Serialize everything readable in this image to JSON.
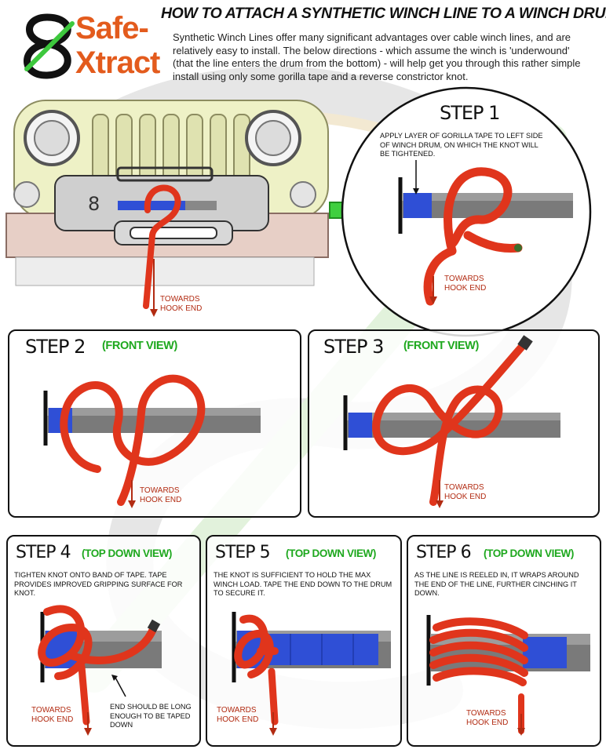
{
  "brand": {
    "line1": "Safe-",
    "line2": "Xtract"
  },
  "title": "HOW TO ATTACH A SYNTHETIC WINCH LINE TO A WINCH DRUM",
  "intro": "Synthetic Winch Lines offer many significant advantages over cable winch lines, and are relatively easy to install. The below directions - which assume the winch is 'underwound' (that the line enters the drum from the bottom) - will help get you through this rather simple install using only some gorilla tape and a reverse constrictor knot.",
  "towards": "TOWARDS HOOK END",
  "steps": [
    {
      "label": "STEP 1",
      "view": "",
      "note": "APPLY LAYER OF GORILLA TAPE TO LEFT SIDE OF WINCH DRUM, ON WHICH THE KNOT WILL BE TIGHTENED."
    },
    {
      "label": "STEP 2",
      "view": "(FRONT VIEW)",
      "note": ""
    },
    {
      "label": "STEP 3",
      "view": "(FRONT VIEW)",
      "note": ""
    },
    {
      "label": "STEP 4",
      "view": "(TOP DOWN VIEW)",
      "note": "TIGHTEN KNOT ONTO BAND OF TAPE. TAPE PROVIDES IMPROVED GRIPPING SURFACE FOR KNOT.",
      "callout": "END SHOULD BE LONG ENOUGH TO BE TAPED DOWN"
    },
    {
      "label": "STEP 5",
      "view": "(TOP DOWN VIEW)",
      "note": "THE KNOT IS SUFFICIENT TO HOLD THE MAX WINCH LOAD. TAPE THE END DOWN TO THE DRUM TO SECURE IT."
    },
    {
      "label": "STEP 6",
      "view": "(TOP DOWN VIEW)",
      "note": "AS THE LINE IS REELED IN, IT WRAPS AROUND THE END OF THE LINE, FURTHER CINCHING IT DOWN."
    }
  ],
  "colors": {
    "rope": "#e0351c",
    "tape": "#2f4fd6",
    "drum": "#6e6e6e",
    "accent": "#e35b1d",
    "arrow": "#3fcf3f"
  },
  "icons": [
    "safe-xtract-logo-icon",
    "green-arrow-icon"
  ]
}
